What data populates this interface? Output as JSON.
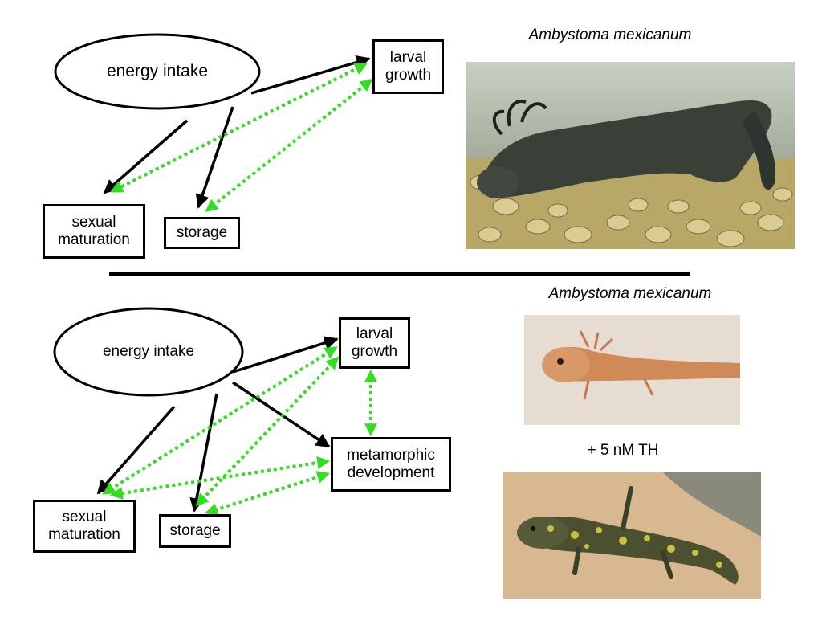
{
  "top": {
    "species_label": "Ambystoma mexicanum",
    "energy_intake": "energy intake",
    "larval_growth": "larval\ngrowth",
    "sexual_maturation": "sexual\nmaturation",
    "storage": "storage"
  },
  "bottom": {
    "species_label": "Ambystoma mexicanum",
    "energy_intake": "energy intake",
    "larval_growth": "larval\ngrowth",
    "metamorphic_development": "metamorphic\ndevelopment",
    "sexual_maturation": "sexual\nmaturation",
    "storage": "storage",
    "treatment_label": "+ 5 nM TH"
  },
  "colors": {
    "arrow": "#000000",
    "tradeoff": "#33dd22",
    "photo_axolotl_dark": "#3a4038",
    "photo_gravel": "#b8a868",
    "photo_larva_bg": "#e6dcd2",
    "photo_larva": "#d08a58",
    "photo_adult_bg": "#d8b890",
    "photo_adult": "#4a5030"
  },
  "icons": {
    "photo_top": "axolotl-in-tank-photo",
    "photo_larva": "larval-axolotl-photo",
    "photo_metamorphosed": "metamorphosed-salamander-photo"
  }
}
